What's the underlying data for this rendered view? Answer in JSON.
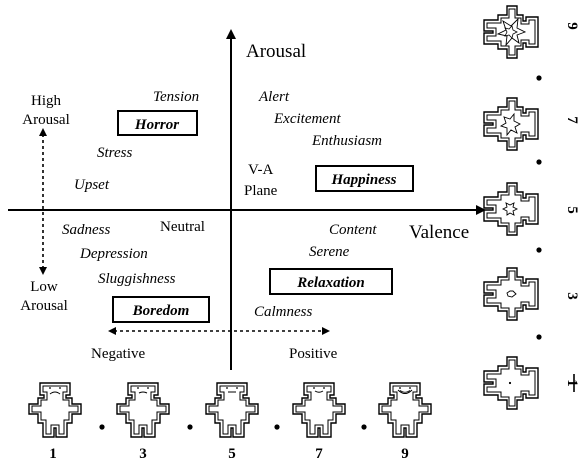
{
  "axes": {
    "arousal_label": "Arousal",
    "valence_label": "Valence"
  },
  "center": {
    "plane_line1": "V-A",
    "plane_line2": "Plane",
    "neutral": "Neutral"
  },
  "side_labels": {
    "high_line1": "High",
    "high_line2": "Arousal",
    "low_line1": "Low",
    "low_line2": "Arousal",
    "negative": "Negative",
    "positive": "Positive"
  },
  "boxed_emotions": {
    "horror": "Horror",
    "happiness": "Happiness",
    "relaxation": "Relaxation",
    "boredom": "Boredom"
  },
  "emotions": {
    "tension": "Tension",
    "stress": "Stress",
    "upset": "Upset",
    "alert": "Alert",
    "excitement": "Excitement",
    "enthusiasm": "Enthusiasm",
    "sadness": "Sadness",
    "depression": "Depression",
    "sluggishness": "Sluggishness",
    "content": "Content",
    "serene": "Serene",
    "calmness": "Calmness"
  },
  "valence_scale": [
    "1",
    "3",
    "5",
    "7",
    "9"
  ],
  "arousal_scale": [
    "9",
    "7",
    "5",
    "3",
    "1"
  ]
}
